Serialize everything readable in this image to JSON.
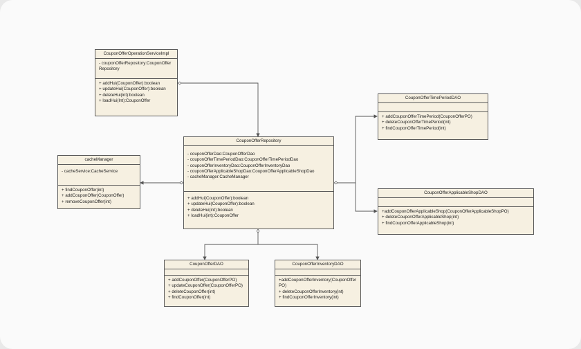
{
  "classes": {
    "operationServiceImpl": {
      "name": "CouponOfferOperationServiceImpl",
      "attributes": [
        "- couponOfferRepository:CouponOffer Repository"
      ],
      "methods": [
        "+ addHui(CouponOffer):boolean",
        "+ updateHui(CouponOffer):boolean",
        "+ deleteHui(int):boolean",
        "+ loadHui(Int):CouponOffer"
      ]
    },
    "repository": {
      "name": "CouponOfferRepository",
      "attributes": [
        "- couponOfferDao:CouponOfferDao",
        "- couponOfferTimePeriodDao:CouponOfferTimePeriodDao",
        "- couponOfferInventoryDao:CouponOfferInventoryDao",
        "- couponOfferApplicableShopDao:CouponOfferApplicableShopDao",
        "- cacheManager:CacheManager"
      ],
      "methods": [
        "+ addHui(CouponOffer):boolean",
        "+ updateHui(CouponOffer):boolean",
        "+ deleteHui(int):boolean",
        "+ loadHui(int):CouponOffer"
      ]
    },
    "cacheManager": {
      "name": "cacheManager",
      "attributes": [
        "- cacheService:CacheService"
      ],
      "methods": [
        "+ findCouponOffer(int)",
        "+ addCouponOffer(CouponOffer)",
        "+ removeCouponOffer(int)"
      ]
    },
    "timePeriodDao": {
      "name": "CouponOfferTimePeriodDAO",
      "methods": [
        "+ addCouponOfferTimePeriod(CouponOfferPO)",
        "+ deleteCouponOfferTimePeriod(int)",
        "+ findCouponOfferTimePeriod(int)"
      ]
    },
    "applicableShopDao": {
      "name": "CouponOfferApplicableShopDAO",
      "methods": [
        "+addCouponOfferApplicableShop(CouponOfferApplicableShopPO)",
        "+ deleteCouponOfferApplicableShop(int)",
        "+ findCouponOfferApplicableShop(int)"
      ]
    },
    "couponOfferDao": {
      "name": "CouponOfferDAO",
      "methods": [
        "+ addCouponOffer(CouponOfferPO)",
        "+ updateCouponOffer(CouponOfferPO)",
        "+ deleteCouponOffer(int)",
        "+ findCouponOffer(int)"
      ]
    },
    "inventoryDao": {
      "name": "CouponOfferInventoryDAO",
      "methods": [
        "+addCouponOfferInventory(CouponOfferPO)",
        "+ deleteCouponOfferInventory(int)",
        "+ findCouponOfferInventory(int)"
      ]
    }
  },
  "colors": {
    "box_fill": "#f6f0e1",
    "box_border": "#5a5a5a",
    "line": "#555555"
  }
}
